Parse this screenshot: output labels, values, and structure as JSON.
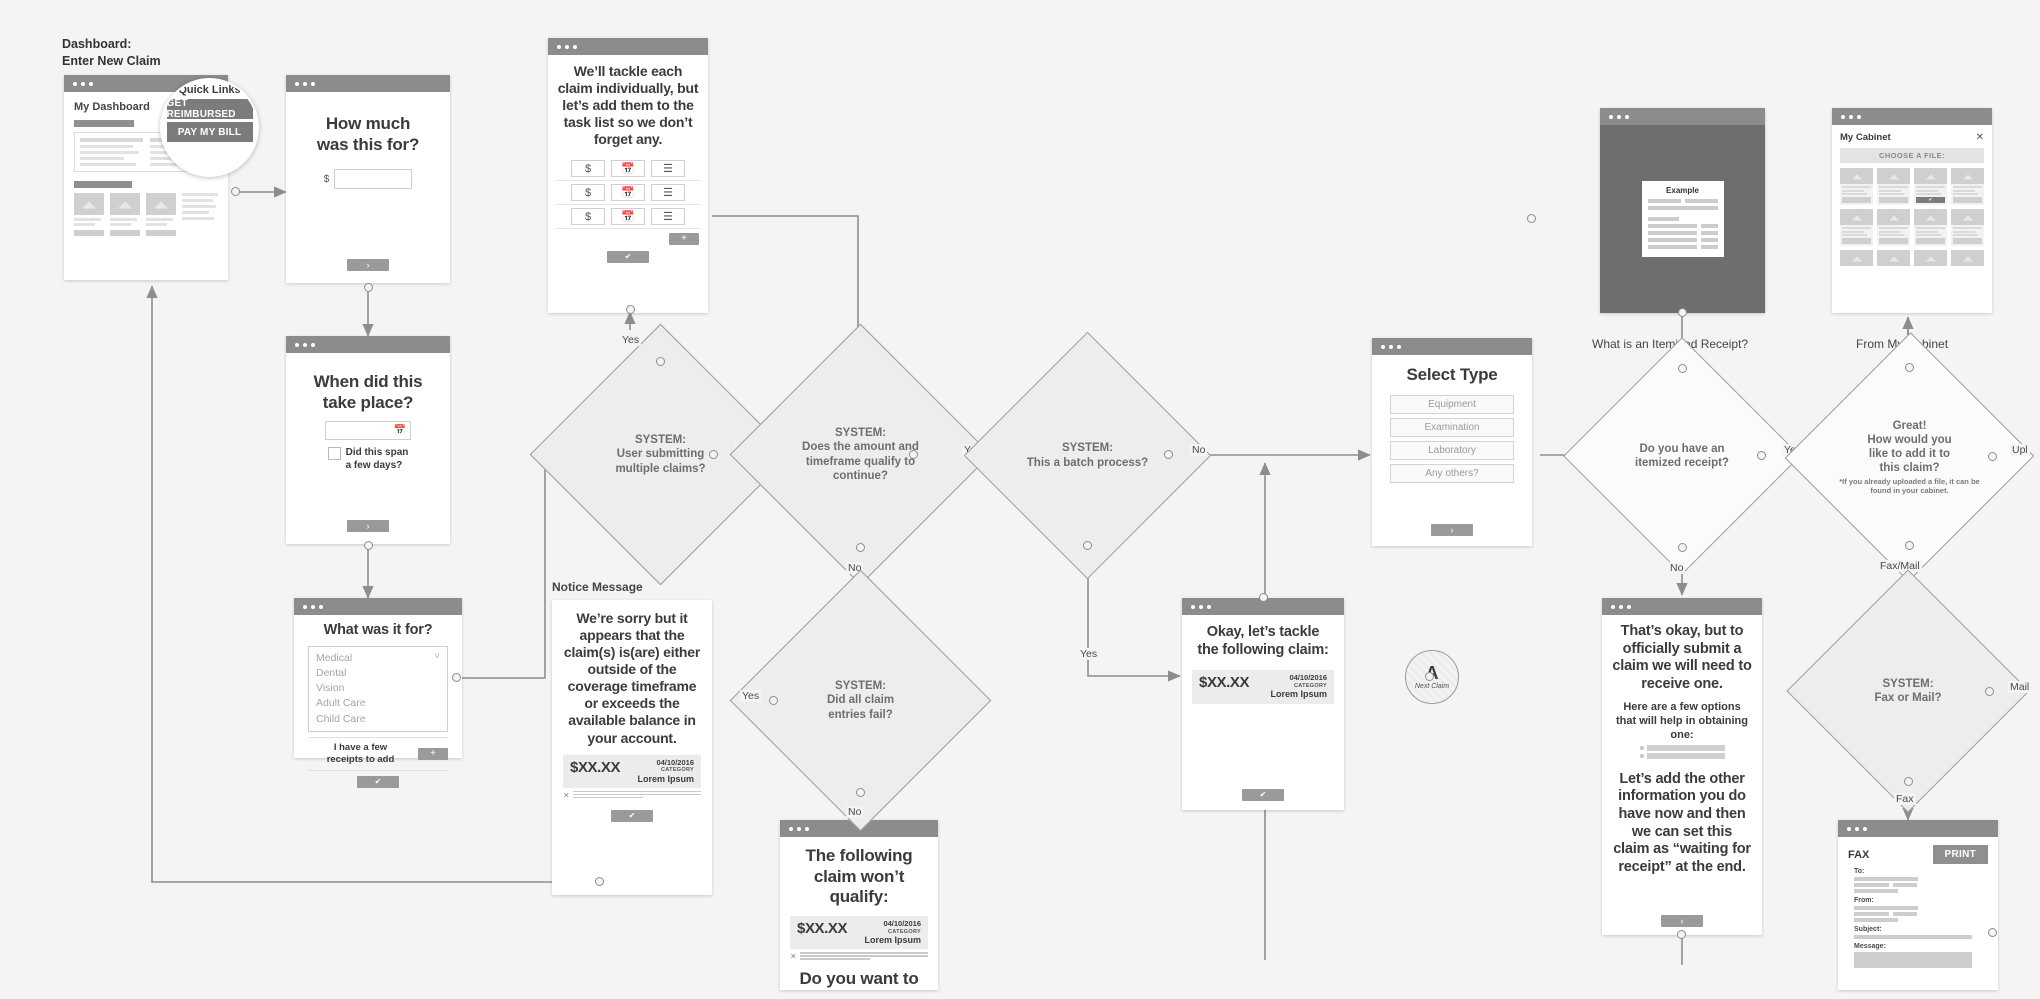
{
  "section_label": "Dashboard:\nEnter New Claim",
  "dashboard": {
    "heading": "My Dashboard",
    "magnifier": {
      "title": "Quick Links",
      "buttons": [
        "GET REIMBURSED",
        "PAY MY BILL"
      ]
    }
  },
  "cards": {
    "how_much": {
      "title": "How much\nwas this for?",
      "currency": "$",
      "next": "›"
    },
    "when": {
      "title": "When did this\ntake place?",
      "checkbox_label": "Did this span\na few days?",
      "calendar_icon": "calendar-icon",
      "next": "›"
    },
    "what_for": {
      "title": "What was it for?",
      "options": [
        "Medical",
        "Dental",
        "Vision",
        "Adult Care",
        "Child Care"
      ],
      "add_label": "I have a few\nreceipts to add",
      "plus": "+",
      "confirm": "✔"
    },
    "tackle_each": {
      "title": "We’ll tackle each claim individually, but let’s add them to the task list so we don’t forget any.",
      "rows": [
        [
          "$",
          "calendar-icon",
          "list-icon"
        ],
        [
          "$",
          "calendar-icon",
          "list-icon"
        ],
        [
          "$",
          "calendar-icon",
          "list-icon"
        ]
      ],
      "plus": "+",
      "confirm": "✔"
    },
    "notice": {
      "label": "Notice Message",
      "body": "We’re sorry but it appears that the claim(s) is(are) either outside of the coverage timeframe or exceeds the available balance in your account.",
      "claim": {
        "amount": "$XX.XX",
        "date": "04/10/2016",
        "category_label": "CATEGORY",
        "category": "Lorem Ipsum"
      },
      "confirm": "✔"
    },
    "wont_qualify": {
      "title": "The following claim won’t qualify:",
      "claim": {
        "amount": "$XX.XX",
        "date": "04/10/2016",
        "category_label": "CATEGORY",
        "category": "Lorem Ipsum"
      },
      "followup": "Do you want to"
    },
    "select_type": {
      "title": "Select Type",
      "options": [
        "Equipment",
        "Examination",
        "Laboratory",
        "Any others?"
      ],
      "next": "›"
    },
    "okay_tackle": {
      "title": "Okay, let’s tackle\nthe following claim:",
      "claim": {
        "amount": "$XX.XX",
        "date": "04/10/2016",
        "category_label": "CATEGORY",
        "category": "Lorem Ipsum"
      },
      "confirm": "✔"
    },
    "example_receipt": {
      "title": "Example",
      "caption": "What is an Itemized Receipt?"
    },
    "my_cabinet": {
      "title": "My Cabinet",
      "close": "✕",
      "band": "CHOOSE A FILE:",
      "caption": "From My Cabinet",
      "selected_check": "✔"
    },
    "thats_okay": {
      "title": "That’s okay, but to officially submit a claim we will need to receive one.",
      "subtitle": "Here are a few options that will help in obtaining one:",
      "body": "Let’s add the other information you do have now and then we can set this claim as “waiting for receipt” at the end.",
      "next": "›"
    },
    "fax": {
      "title": "FAX",
      "print": "PRINT",
      "fields": [
        "To:",
        "From:",
        "Subject:",
        "Message:"
      ]
    }
  },
  "diamonds": {
    "multiple_claims": {
      "line1": "SYSTEM:",
      "line2": "User submitting",
      "line3": "multiple claims?"
    },
    "qualify": {
      "line1": "SYSTEM:",
      "line2": "Does the amount and",
      "line3": "timeframe qualify to",
      "line4": "continue?"
    },
    "all_fail": {
      "line1": "SYSTEM:",
      "line2": "Did all claim",
      "line3": "entries fail?"
    },
    "batch": {
      "line1": "SYSTEM:",
      "line2": "This a batch process?"
    },
    "itemized": {
      "line1": "Do you have an",
      "line2": "itemized receipt?"
    },
    "how_add": {
      "line1": "Great!",
      "line2": "How would you",
      "line3": "like to add it to",
      "line4": "this claim?",
      "note": "*If you already uploaded a file, it can be found in your cabinet."
    },
    "fax_or_mail": {
      "line1": "SYSTEM:",
      "line2": "Fax or Mail?"
    }
  },
  "edges": {
    "yes": "Yes",
    "no": "No",
    "yes2": "Yes",
    "no2": "No",
    "yes3": "Yes",
    "no3": "No",
    "yes4": "Yes",
    "no4": "No",
    "yes5": "Yes",
    "fax_mail": "Fax/Mail",
    "fax": "Fax",
    "mail": "Mail",
    "upload": "Upl"
  },
  "connector": {
    "letter": "A",
    "label": "Next Claim"
  }
}
